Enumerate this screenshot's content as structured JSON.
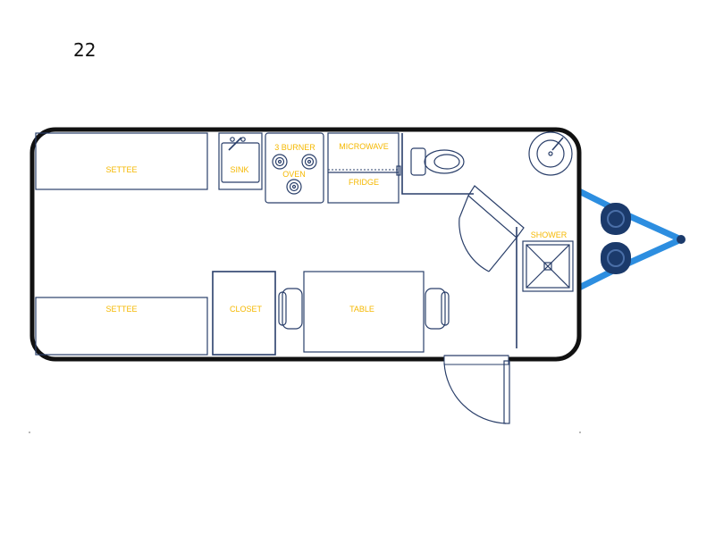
{
  "model_number": "22",
  "colors": {
    "wall": "#111111",
    "outline": "#2a3f6a",
    "label": "#f5b800",
    "hitch": "#2d8ee0",
    "tire": "#1b3a6b"
  },
  "labels": {
    "settee_top": "SETTEE",
    "settee_bottom": "SETTEE",
    "sink": "SINK",
    "burner": "3 BURNER",
    "oven": "OVEN",
    "microwave": "MICROWAVE",
    "fridge": "FRIDGE",
    "shower": "SHOWER",
    "closet": "CLOSET",
    "table": "TABLE"
  }
}
